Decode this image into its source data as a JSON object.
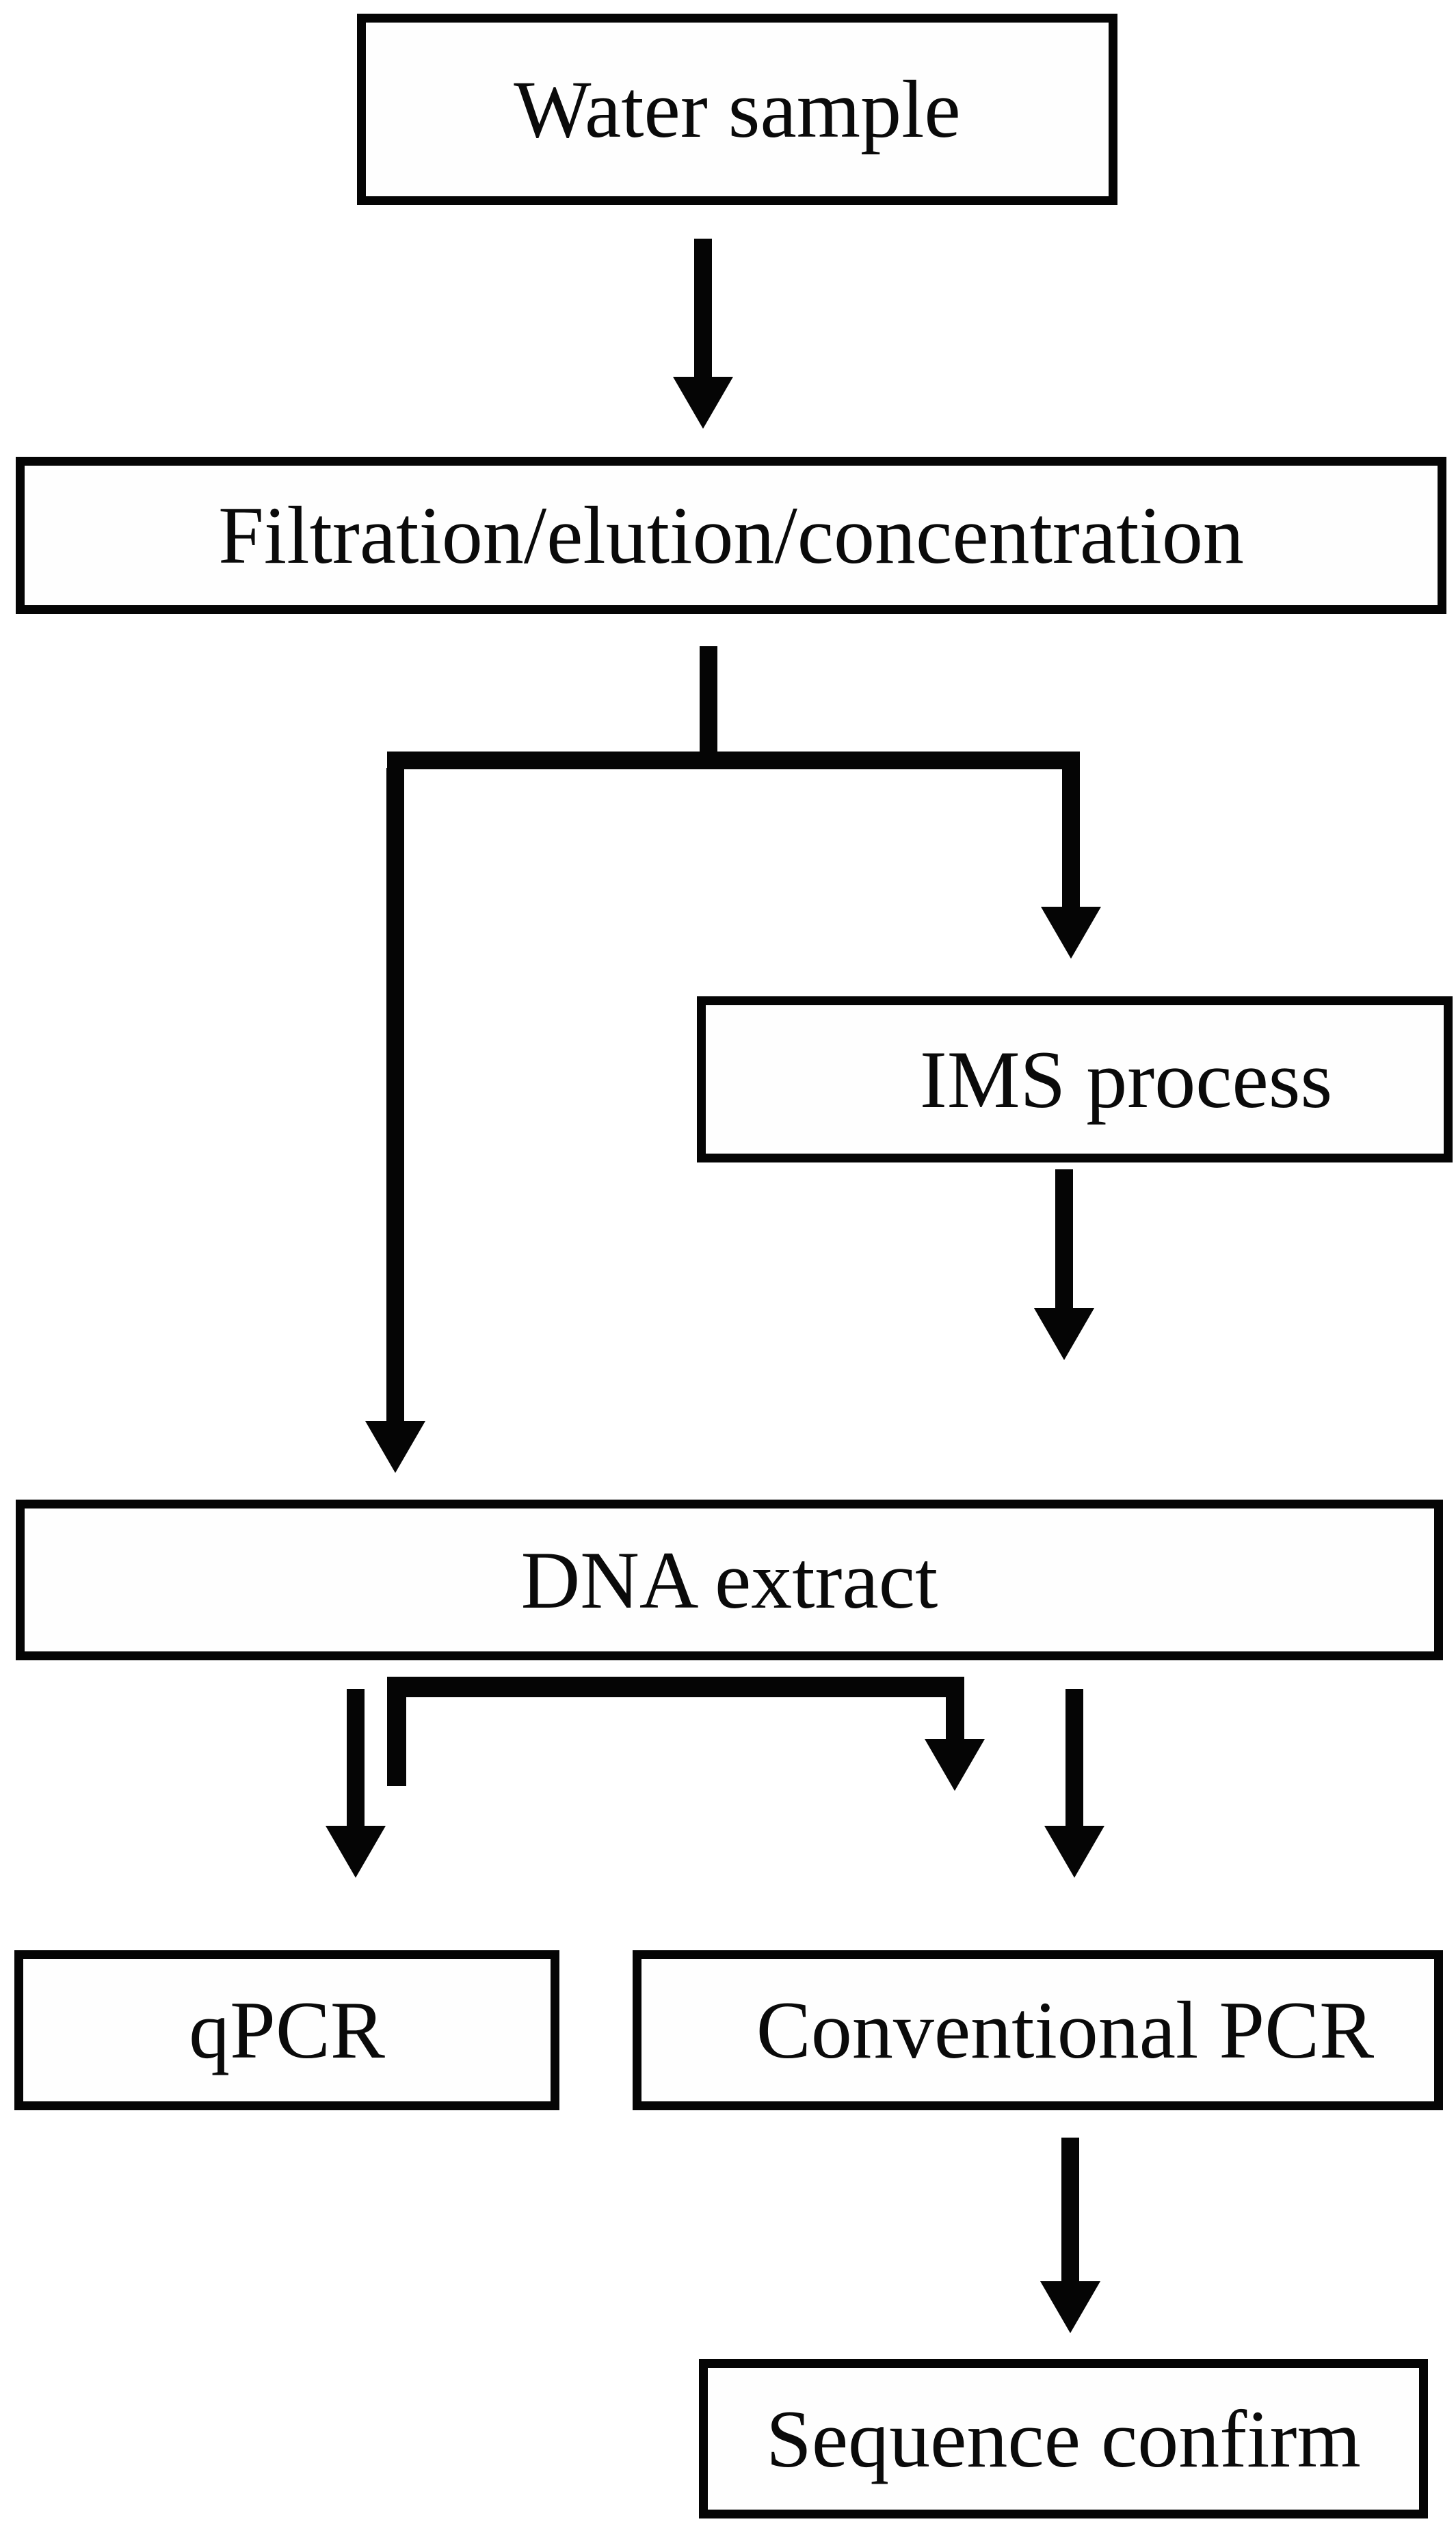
{
  "diagram": {
    "type": "flowchart",
    "background": "#ffffff",
    "colors": {
      "line": "#050505",
      "box_border": "#050505",
      "box_fill": "#fefefe",
      "text": "#0a0a0a"
    },
    "nodes": {
      "water": {
        "label": "Water sample"
      },
      "filtration": {
        "label": "Filtration/elution/concentration"
      },
      "ims": {
        "label": "IMS process"
      },
      "dna": {
        "label": "DNA extract"
      },
      "qpcr": {
        "label": "qPCR"
      },
      "conventional": {
        "label": "Conventional PCR"
      },
      "sequence": {
        "label": "Sequence confirm"
      }
    },
    "edges": [
      {
        "from": "water",
        "to": "filtration"
      },
      {
        "from": "filtration",
        "to": "dna",
        "branch": "left"
      },
      {
        "from": "filtration",
        "to": "ims",
        "branch": "right"
      },
      {
        "from": "ims",
        "to": "dna"
      },
      {
        "from": "dna",
        "to": "qpcr"
      },
      {
        "from": "dna",
        "to": "conventional",
        "branch": "bracket"
      },
      {
        "from": "dna",
        "to": "conventional",
        "branch": "direct"
      },
      {
        "from": "conventional",
        "to": "sequence"
      }
    ]
  }
}
